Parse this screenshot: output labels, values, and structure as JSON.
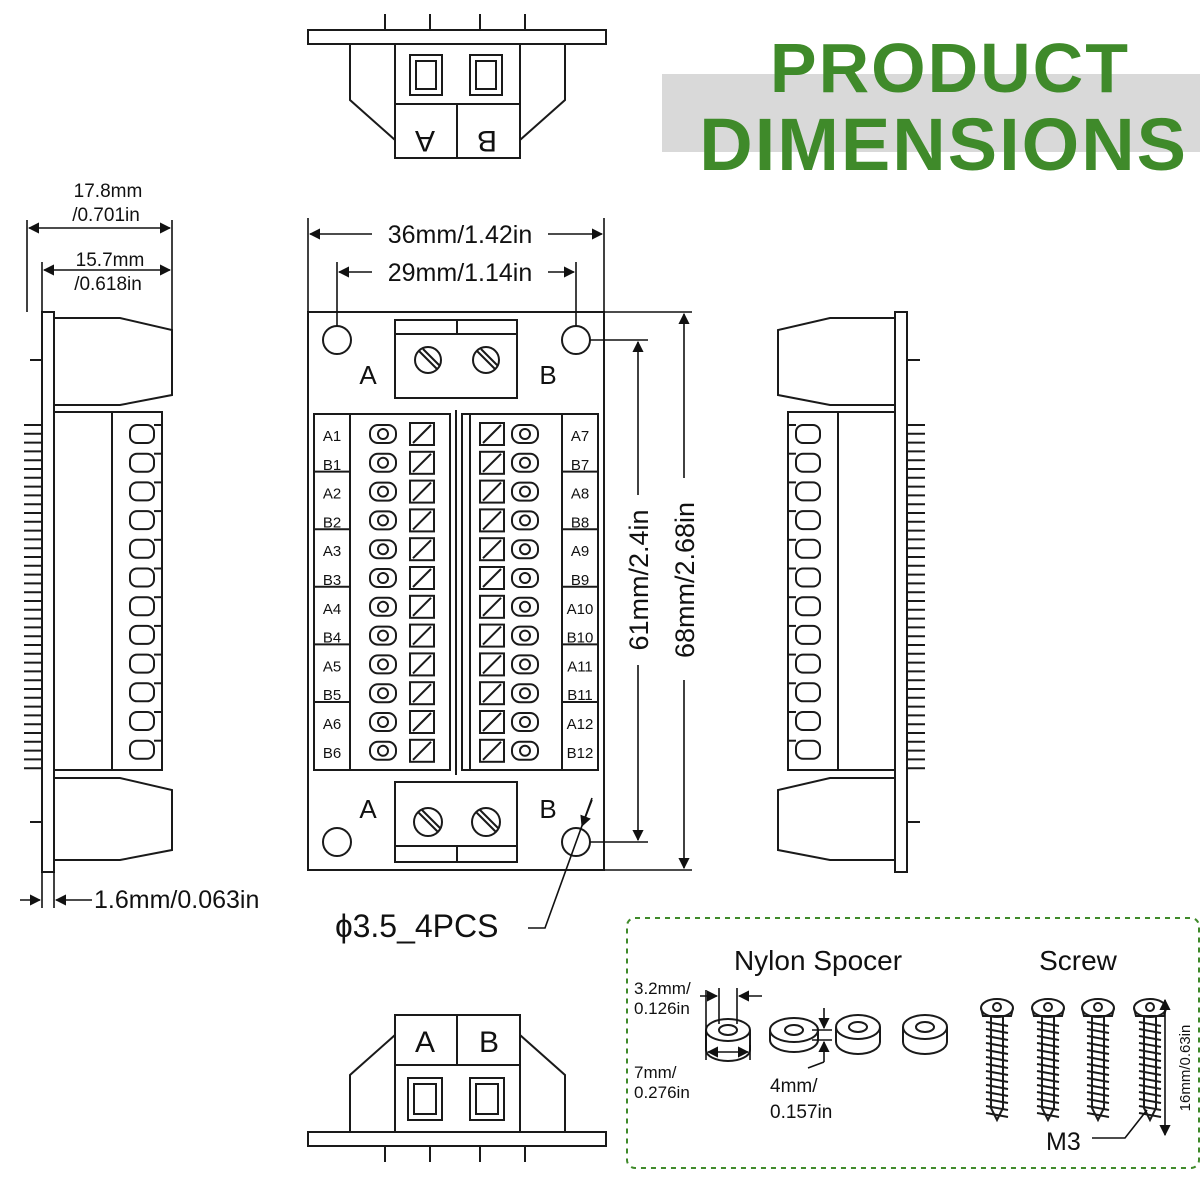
{
  "title": {
    "line1": "PRODUCT",
    "line2": "DIMENSIONS"
  },
  "colors": {
    "accent": "#3f8a2a",
    "band": "#d9d9d9",
    "line": "#1a1a1a"
  },
  "board": {
    "width_outer": "36mm/1.42in",
    "width_holes": "29mm/1.14in",
    "height_holes": "61mm/2.4in",
    "height_outer": "68mm/2.68in",
    "hole_note": "ɸ3.5_4PCS",
    "terminal_a": "A",
    "terminal_b": "B",
    "left_pins": [
      "A1",
      "B1",
      "A2",
      "B2",
      "A3",
      "B3",
      "A4",
      "B4",
      "A5",
      "B5",
      "A6",
      "B6"
    ],
    "right_pins": [
      "A7",
      "B7",
      "A8",
      "B8",
      "A9",
      "B9",
      "A10",
      "B10",
      "A11",
      "B11",
      "A12",
      "B12"
    ]
  },
  "side": {
    "depth_mm": "17.8mm",
    "depth_in": "/0.701in",
    "inner_mm": "15.7mm",
    "inner_in": "/0.618in",
    "thickness": "1.6mm/0.063in"
  },
  "accessories": {
    "spacer_title": "Nylon  Spocer",
    "screw_title": "Screw",
    "hole_dia_mm": "3.2mm/",
    "hole_dia_in": "0.126in",
    "outer_dia_mm": "7mm/",
    "outer_dia_in": "0.276in",
    "spacer_h_mm": "4mm/",
    "spacer_h_in": "0.157in",
    "screw_len": "16mm/0.63in",
    "screw_size": "M3"
  }
}
